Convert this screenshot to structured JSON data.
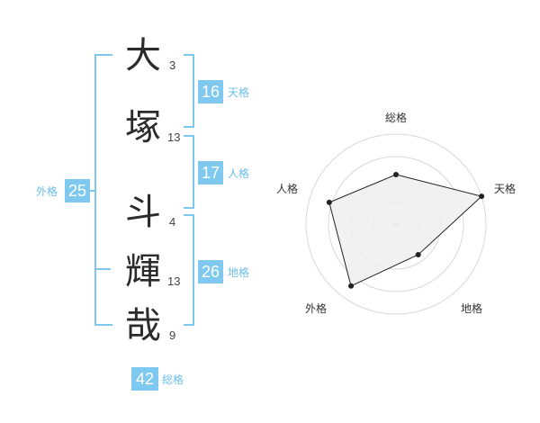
{
  "name_chars": [
    {
      "char": "大",
      "strokes": "3"
    },
    {
      "char": "塚",
      "strokes": "13"
    },
    {
      "char": "斗",
      "strokes": "4"
    },
    {
      "char": "輝",
      "strokes": "13"
    },
    {
      "char": "哉",
      "strokes": "9"
    }
  ],
  "grids": {
    "tenkaku": {
      "value": "16",
      "label": "天格"
    },
    "jinkaku": {
      "value": "17",
      "label": "人格"
    },
    "chikaku": {
      "value": "26",
      "label": "地格"
    },
    "gaikaku": {
      "value": "25",
      "label": "外格"
    },
    "soukaku": {
      "value": "42",
      "label": "総格"
    }
  },
  "colors": {
    "accent": "#7fc8f0",
    "accent_text": "#6cbfea",
    "polygon_fill": "#eeeeee",
    "ring": "#d8d8d8"
  },
  "chart_data": {
    "type": "radar",
    "axes": [
      "総格",
      "天格",
      "地格",
      "外格",
      "人格"
    ],
    "values": [
      0.55,
      1.0,
      0.42,
      0.85,
      0.78
    ],
    "rings": 4,
    "range": [
      0,
      1
    ]
  }
}
